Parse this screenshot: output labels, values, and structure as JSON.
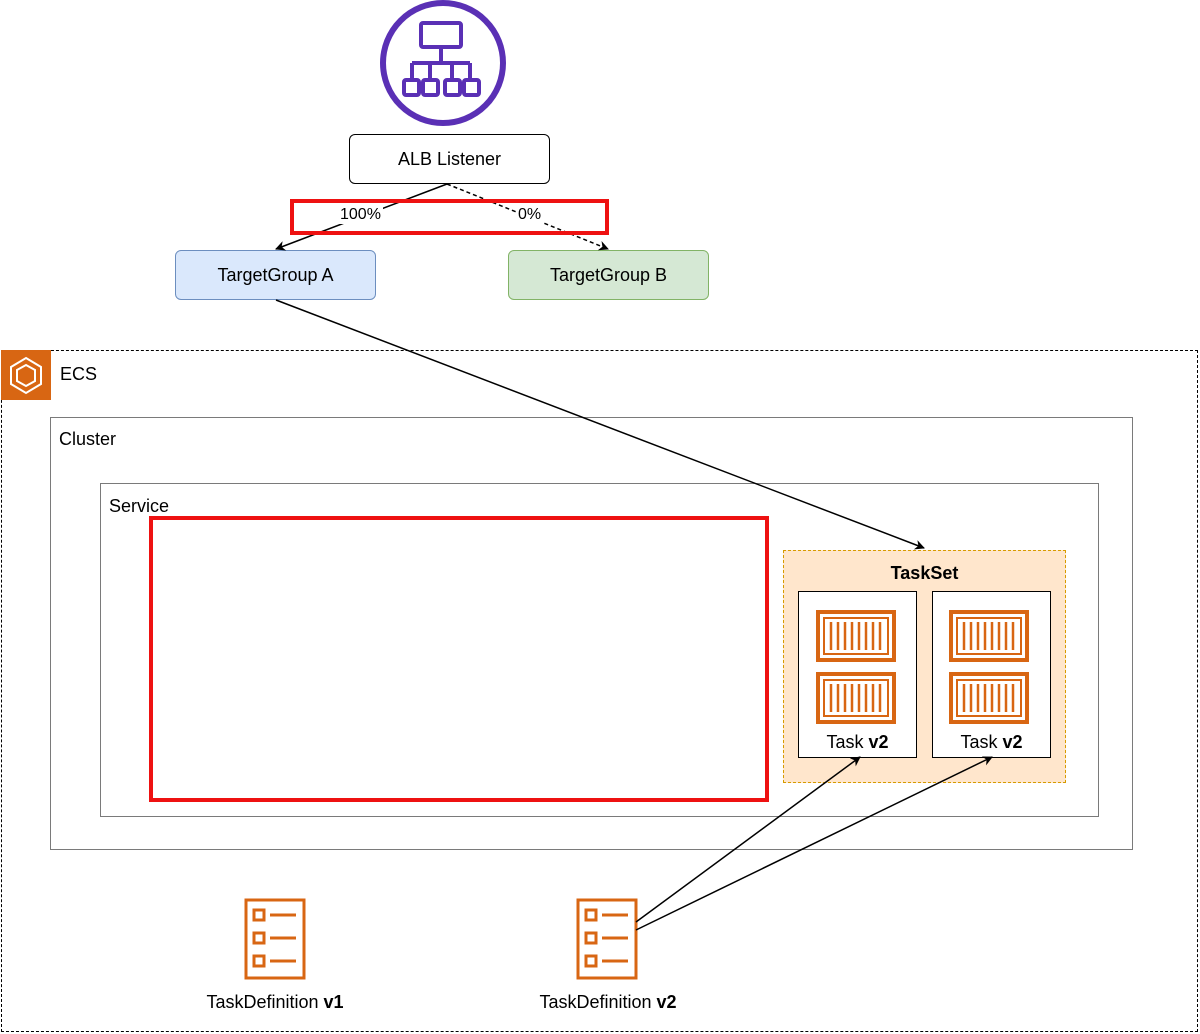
{
  "nodes": {
    "listener": {
      "label": "ALB Listener",
      "icon": "elastic-load-balancing-icon"
    },
    "target_group_a": {
      "label": "TargetGroup A"
    },
    "target_group_b": {
      "label": "TargetGroup B"
    }
  },
  "edges": {
    "to_a_weight": "100%",
    "to_b_weight": "0%"
  },
  "containers": {
    "ecs": {
      "label": "ECS",
      "icon": "ecs-icon"
    },
    "cluster": {
      "label": "Cluster"
    },
    "service": {
      "label": "Service"
    },
    "taskset": {
      "label": "TaskSet"
    }
  },
  "tasks": [
    {
      "prefix": "Task ",
      "version": "v2"
    },
    {
      "prefix": "Task ",
      "version": "v2"
    }
  ],
  "task_definitions": [
    {
      "prefix": "TaskDefinition ",
      "version": "v1"
    },
    {
      "prefix": "TaskDefinition ",
      "version": "v2"
    }
  ],
  "colors": {
    "alb_purple": "#5a30b5",
    "aws_orange": "#d86613",
    "highlight_red": "#ee1111",
    "target_group_a_fill": "#dae8fc",
    "target_group_b_fill": "#d5e8d4",
    "taskset_fill": "#ffe6cc"
  }
}
